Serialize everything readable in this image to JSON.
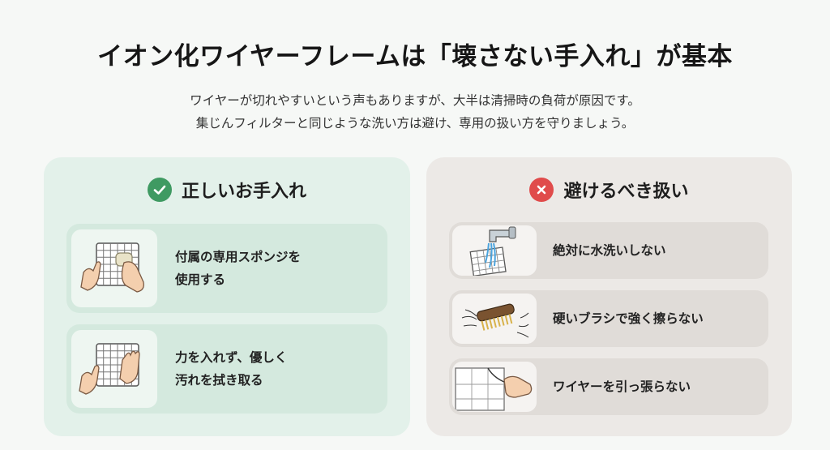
{
  "header": {
    "title": "イオン化ワイヤーフレームは「壊さない手入れ」が基本",
    "subtitle_line1": "ワイヤーが切れやすいという声もありますが、大半は清掃時の負荷が原因です。",
    "subtitle_line2": "集じんフィルターと同じような洗い方は避け、専用の扱い方を守りましょう。"
  },
  "good": {
    "heading": "正しいお手入れ",
    "icon": "check-icon",
    "color": "#3f9a62",
    "items": [
      {
        "line1": "付属の専用スポンジを",
        "line2": "使用する",
        "icon": "hands-sponge-icon"
      },
      {
        "line1": "力を入れず、優しく",
        "line2": "汚れを拭き取る",
        "icon": "hands-wipe-icon"
      }
    ]
  },
  "bad": {
    "heading": "避けるべき扱い",
    "icon": "cross-icon",
    "color": "#e04b4b",
    "items": [
      {
        "label": "絶対に水洗いしない",
        "icon": "faucet-icon"
      },
      {
        "label": "硬いブラシで強く擦らない",
        "icon": "brush-icon"
      },
      {
        "label": "ワイヤーを引っ張らない",
        "icon": "pull-wire-icon"
      }
    ]
  }
}
